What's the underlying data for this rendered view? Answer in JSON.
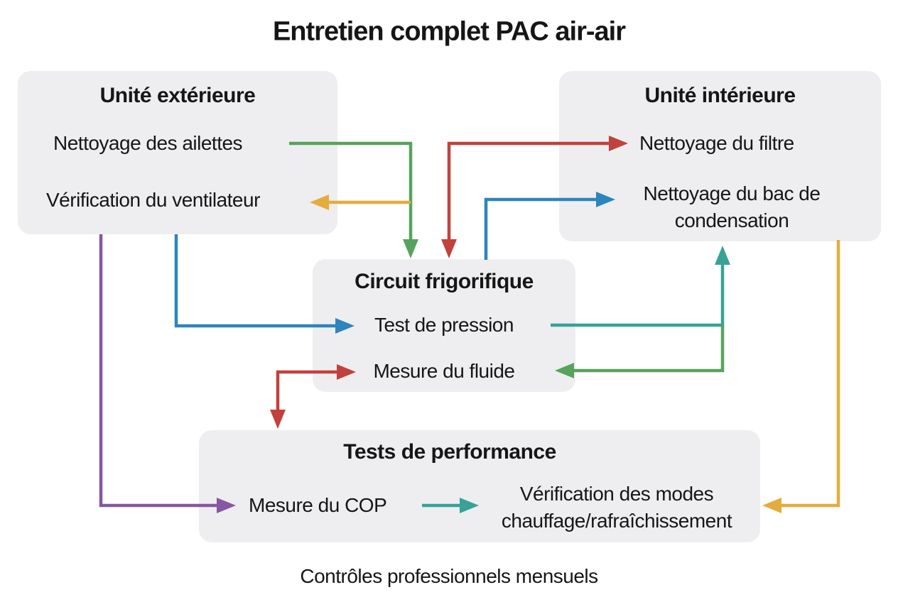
{
  "title": "Entretien complet PAC air-air",
  "caption": "Contrôles professionnels mensuels",
  "colors": {
    "green": "#57a35c",
    "red": "#c2413d",
    "blue": "#2c85bb",
    "yellow": "#e5ac3d",
    "teal": "#38a296",
    "purple": "#8657a3",
    "box_bg": "#eeeef0",
    "text": "#161616"
  },
  "boxes": {
    "unite_exterieure": {
      "title": "Unité extérieure",
      "items": [
        "Nettoyage des ailettes",
        "Vérification du ventilateur"
      ]
    },
    "unite_interieure": {
      "title": "Unité intérieure",
      "items": [
        "Nettoyage du filtre",
        "Nettoyage du bac de condensation"
      ]
    },
    "circuit_frigorifique": {
      "title": "Circuit frigorifique",
      "items": [
        "Test de pression",
        "Mesure du fluide"
      ]
    },
    "tests_performance": {
      "title": "Tests de performance",
      "items": [
        "Mesure du COP",
        "Vérification des modes chauffage/rafraîchissement"
      ]
    }
  },
  "arrows": [
    {
      "from": "Nettoyage des ailettes",
      "to": "Circuit frigorifique",
      "color": "green"
    },
    {
      "from": "Circuit frigorifique",
      "to": "Vérification du ventilateur",
      "color": "yellow"
    },
    {
      "from": "Circuit frigorifique",
      "to": "Nettoyage du filtre",
      "color": "red",
      "bidirectional": true
    },
    {
      "from": "Circuit frigorifique",
      "to": "Nettoyage du bac de condensation",
      "color": "blue"
    },
    {
      "from": "Unité extérieure",
      "to": "Test de pression",
      "color": "blue"
    },
    {
      "from": "Unité extérieure",
      "to": "Mesure du COP",
      "color": "purple"
    },
    {
      "from": "Test de pression",
      "to": "Nettoyage du bac de condensation",
      "color": "teal"
    },
    {
      "from": "Nettoyage du bac de condensation",
      "to": "Mesure du fluide",
      "color": "green"
    },
    {
      "from": "Mesure du fluide",
      "to": "Tests de performance",
      "color": "red",
      "bidirectional": true
    },
    {
      "from": "Mesure du COP",
      "to": "Vérification des modes chauffage/rafraîchissement",
      "color": "teal"
    },
    {
      "from": "Unité intérieure",
      "to": "Vérification des modes chauffage/rafraîchissement",
      "color": "yellow"
    }
  ]
}
